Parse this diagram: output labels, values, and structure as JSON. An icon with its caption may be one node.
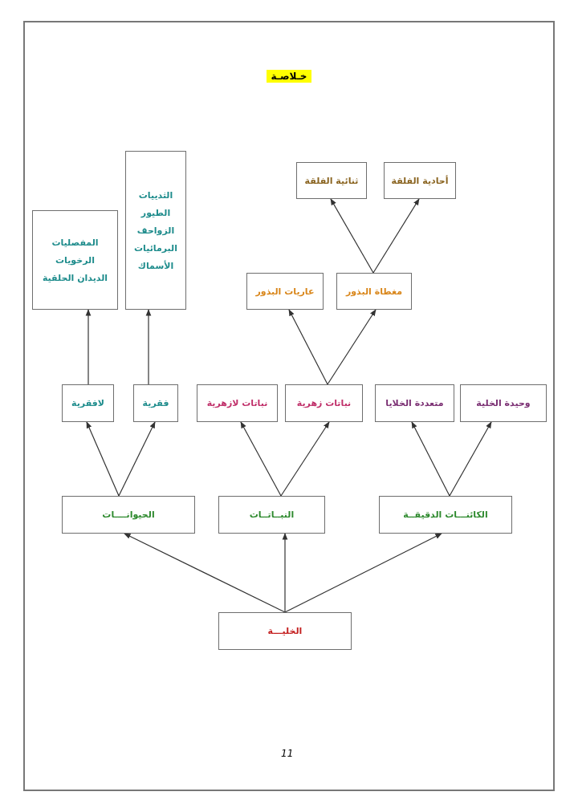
{
  "diagram": {
    "title": "خـلاصـة",
    "nodes": [
      {
        "text": [
          "المفصليات",
          "الرخويات",
          "الديدان الحلقية"
        ]
      },
      {
        "text": [
          "الثدييات",
          "الطيور",
          "الزواحف",
          "البرمائيات",
          "الأسماك"
        ]
      },
      {
        "text": [
          "ثنائية الفلقة"
        ]
      },
      {
        "text": [
          "أحادية الفلقة"
        ]
      },
      {
        "text": [
          "عاريات البذور"
        ]
      },
      {
        "text": [
          "مغطاة البذور"
        ]
      },
      {
        "text": [
          "لافقرية"
        ]
      },
      {
        "text": [
          "فقرية"
        ]
      },
      {
        "text": [
          "نباتات لازهرية"
        ]
      },
      {
        "text": [
          "نباتات زهرية"
        ]
      },
      {
        "text": [
          "متعددة الخلايا"
        ]
      },
      {
        "text": [
          "وحيدة الخلية"
        ]
      },
      {
        "text": [
          "الحيوانــــات"
        ]
      },
      {
        "text": [
          "النبــاتــات"
        ]
      },
      {
        "text": [
          "الكائنـــات الدقيقــة"
        ]
      },
      {
        "text": [
          "الخليـــة"
        ]
      }
    ],
    "edges": [
      {
        "from": 15,
        "to": 12,
        "arrow": "to"
      },
      {
        "from": 15,
        "to": 13,
        "arrow": "to"
      },
      {
        "from": 15,
        "to": 14,
        "arrow": "to"
      },
      {
        "from": 12,
        "to": 6,
        "arrow": "to"
      },
      {
        "from": 12,
        "to": 7,
        "arrow": "to"
      },
      {
        "from": 13,
        "to": 8,
        "arrow": "to"
      },
      {
        "from": 13,
        "to": 9,
        "arrow": "to"
      },
      {
        "from": 14,
        "to": 10,
        "arrow": "to"
      },
      {
        "from": 14,
        "to": 11,
        "arrow": "to"
      },
      {
        "from": 6,
        "to": 0,
        "arrow": "to"
      },
      {
        "from": 7,
        "to": 1,
        "arrow": "to"
      },
      {
        "from": 9,
        "to": 4,
        "arrow": "to"
      },
      {
        "from": 9,
        "to": 5,
        "arrow": "to"
      },
      {
        "from": 5,
        "to": 2,
        "arrow": "to"
      },
      {
        "from": 5,
        "to": 3,
        "arrow": "to"
      }
    ],
    "labels": [
      "11"
    ]
  }
}
